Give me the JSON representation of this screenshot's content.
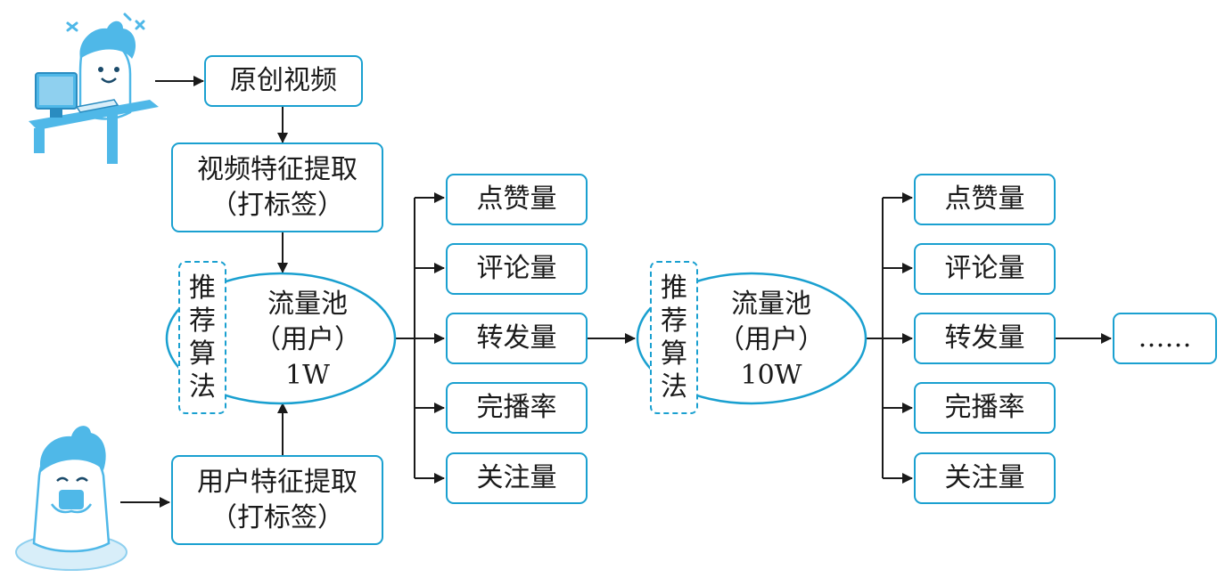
{
  "original_video": "原创视频",
  "video_feature": {
    "line1": "视频特征提取",
    "line2": "（打标签）"
  },
  "user_feature": {
    "line1": "用户特征提取",
    "line2": "（打标签）"
  },
  "algorithm_label": [
    "推",
    "荐",
    "算",
    "法"
  ],
  "pool1": {
    "line1": "流量池",
    "line2": "（用户）",
    "line3": "1W"
  },
  "pool2": {
    "line1": "流量池",
    "line2": "（用户）",
    "line3": "10W"
  },
  "metrics1": [
    "点赞量",
    "评论量",
    "转发量",
    "完播率",
    "关注量"
  ],
  "metrics2": [
    "点赞量",
    "评论量",
    "转发量",
    "完播率",
    "关注量"
  ],
  "ellipsis_box": "……",
  "colors": {
    "accent": "#1aa0d0",
    "mascot": "#4fb8e8",
    "mascot_light": "#d8eef9",
    "arrow": "#1a1a1a"
  },
  "icons": [
    "creator-at-computer-mascot",
    "user-with-phone-mascot"
  ]
}
